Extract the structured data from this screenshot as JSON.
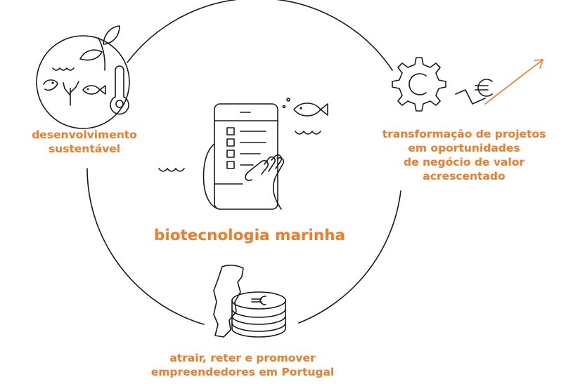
{
  "center_label": "biotecnologia marinha",
  "nodes": [
    {
      "lines": [
        "desenvolvimento",
        "sustentável"
      ]
    },
    {
      "lines": [
        "transformação de projetos",
        "em oportunidades",
        "de negócio de valor",
        "acrescentado"
      ]
    },
    {
      "lines": [
        "atrair, reter e promover",
        "empreendedores em Portugal"
      ]
    }
  ],
  "icons": {
    "left": "sustainability-circle-icon",
    "center": "tablet-checklist-icon",
    "right": "gear-growth-icon",
    "bottom": "portugal-coins-icon"
  },
  "colors": {
    "accent": "#f07c2a",
    "line": "#1a1a1a"
  }
}
